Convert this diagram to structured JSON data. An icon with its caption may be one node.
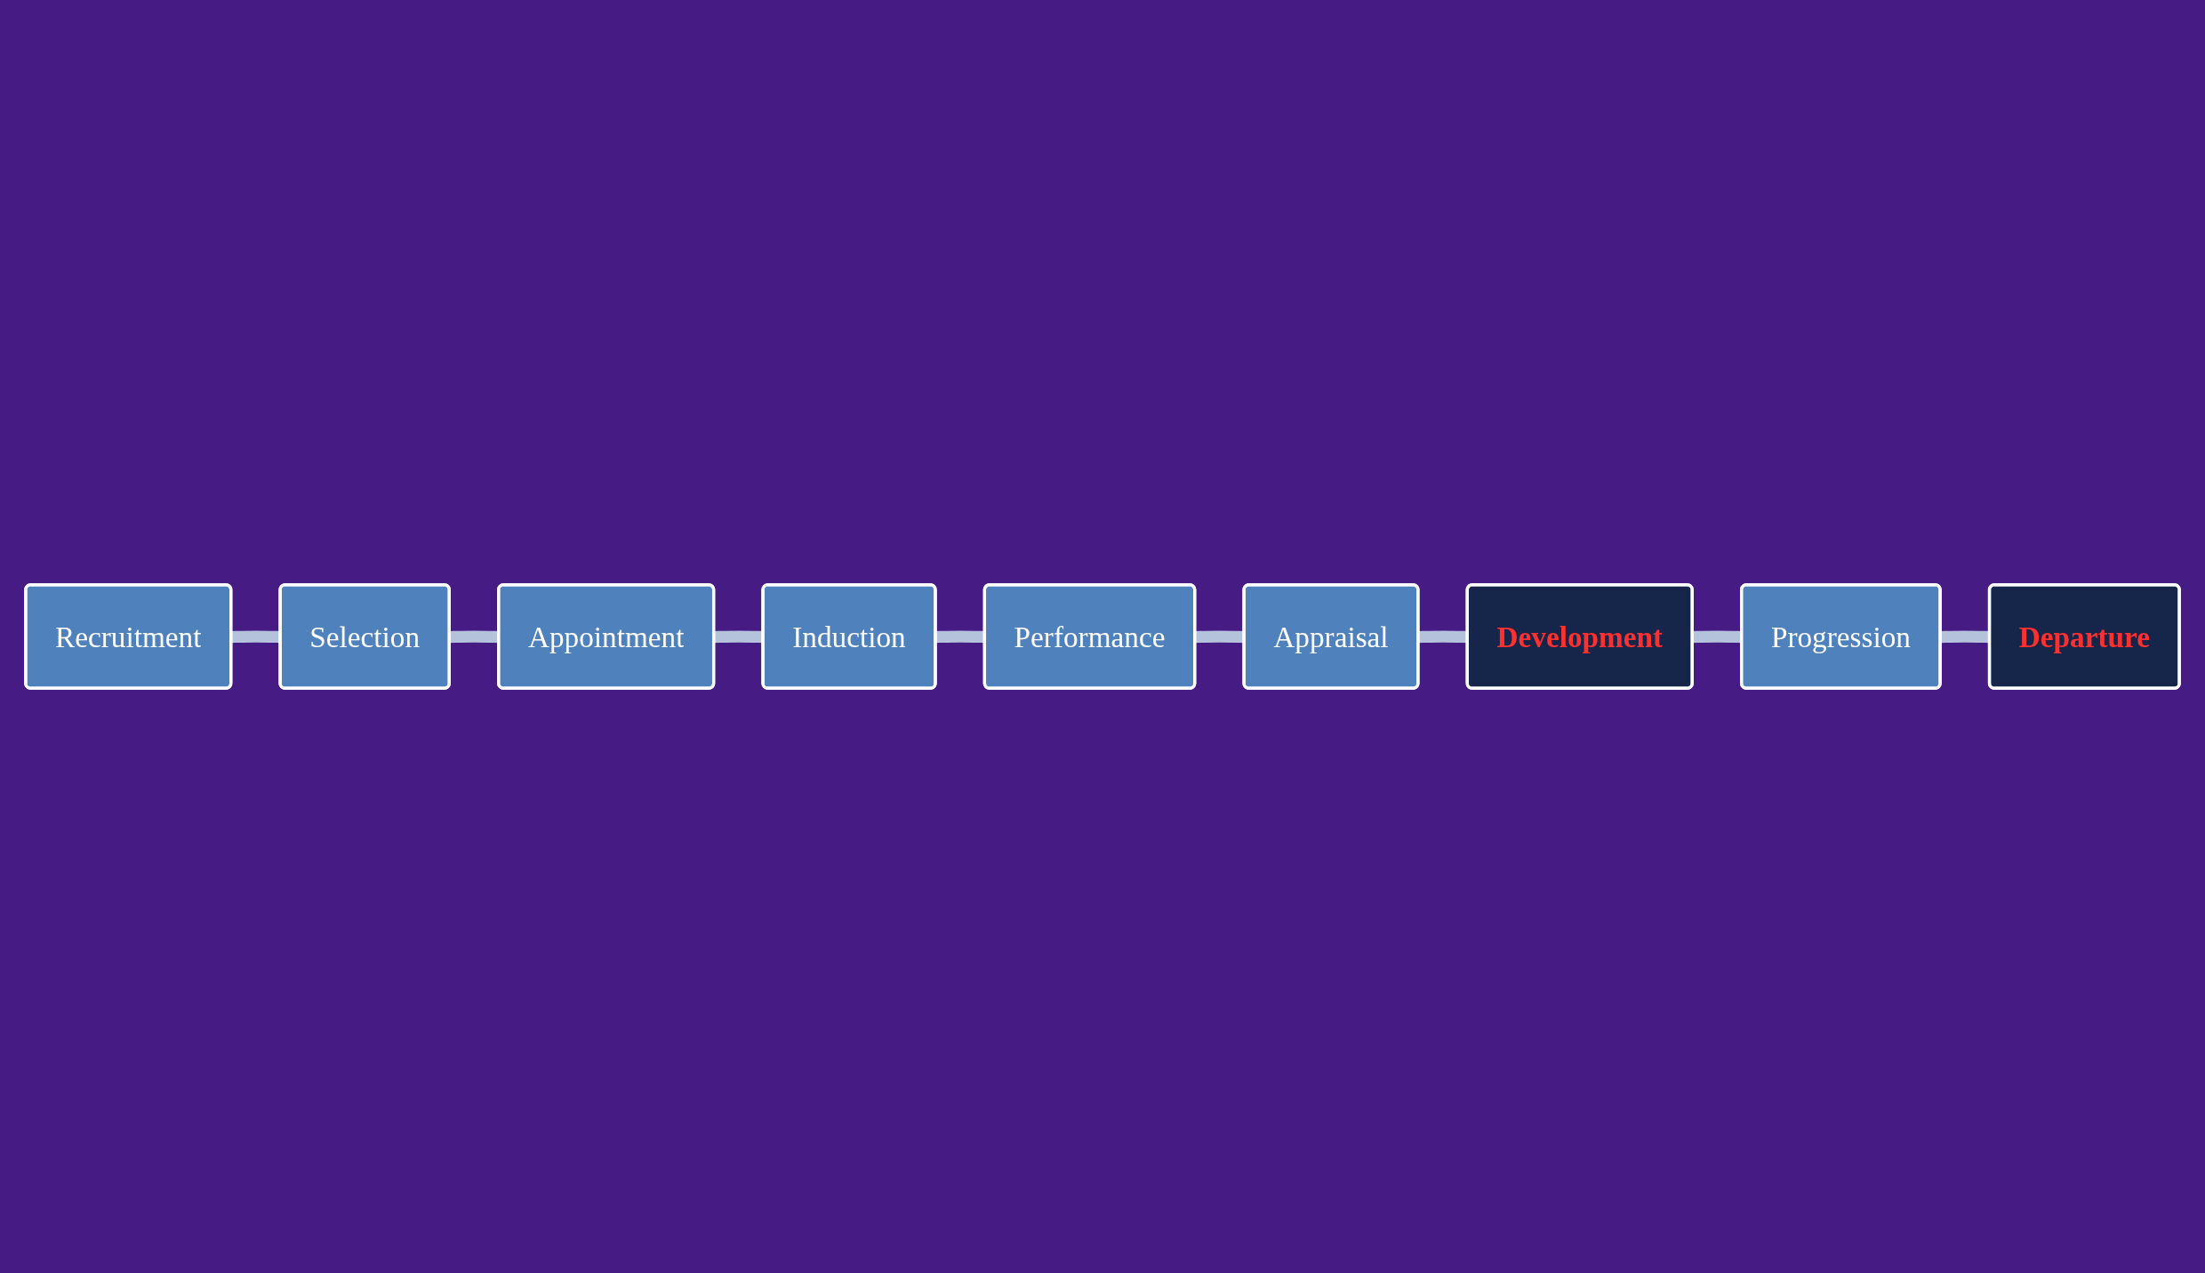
{
  "diagram": {
    "nodes": [
      {
        "text": [
          "Recruitment"
        ]
      },
      {
        "text": [
          "Selection"
        ]
      },
      {
        "text": [
          "Appointment"
        ]
      },
      {
        "text": [
          "Appraisal"
        ]
      },
      {
        "text": [
          "Performance"
        ]
      },
      {
        "text": [
          "Induction"
        ]
      },
      {
        "text": [
          "Development"
        ]
      },
      {
        "text": [
          "Progression"
        ]
      },
      {
        "text": [
          "Departure"
        ]
      }
    ],
    "edges": [
      {
        "from": 0,
        "to": 1,
        "arrow": "none"
      },
      {
        "from": 1,
        "to": 2,
        "arrow": "none"
      },
      {
        "from": 2,
        "to": 5,
        "arrow": "none"
      },
      {
        "from": 5,
        "to": 4,
        "arrow": "none"
      },
      {
        "from": 4,
        "to": 3,
        "arrow": "none"
      },
      {
        "from": 3,
        "to": 6,
        "arrow": "none"
      },
      {
        "from": 6,
        "to": 7,
        "arrow": "none"
      },
      {
        "from": 7,
        "to": 8,
        "arrow": "none"
      }
    ]
  }
}
